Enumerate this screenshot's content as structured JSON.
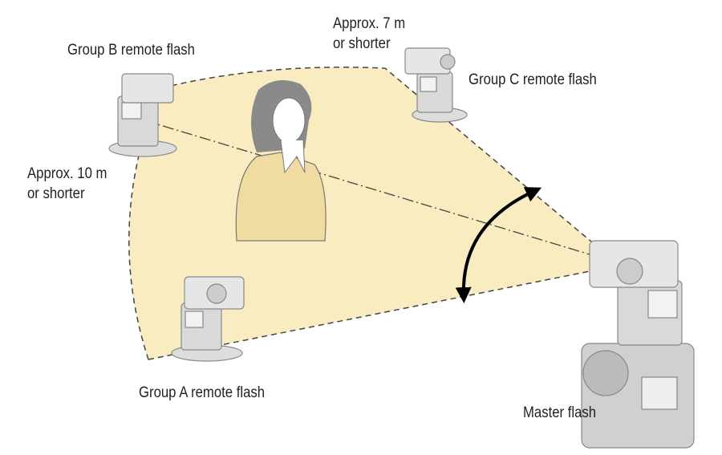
{
  "labels": {
    "group_b": "Group B remote flash",
    "group_c": "Group C remote flash",
    "group_a": "Group A remote flash",
    "master": "Master flash",
    "dist_7_line1": "Approx. 7 m",
    "dist_7_line2": "or shorter",
    "dist_10_line1": "Approx. 10 m",
    "dist_10_line2": "or shorter"
  },
  "colors": {
    "area_fill": "#f8ecc0",
    "device": "#d9d9d9",
    "device_dark": "#8c8c8c",
    "person": "#9a9a9a",
    "text": "#231f20"
  }
}
